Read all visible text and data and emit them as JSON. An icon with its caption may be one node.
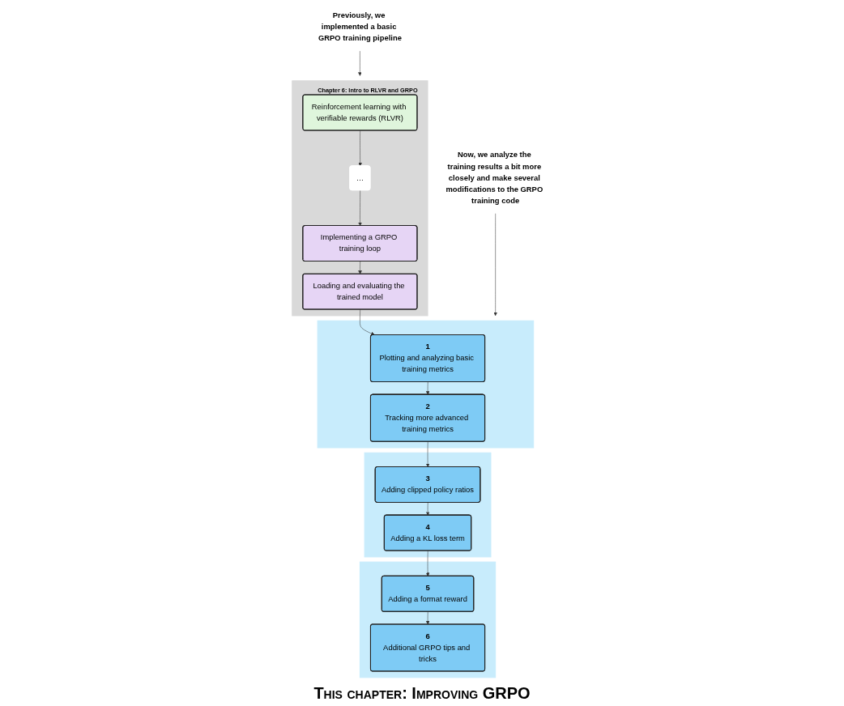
{
  "diagram": {
    "nodes": [
      {
        "text": [
          "Chapter 6: Intro to RLVR and GRPO"
        ]
      },
      {
        "text": [
          "Reinforcement learning with verifiable rewards (RLVR)"
        ],
        "in": 0
      },
      {
        "text": [
          "…"
        ],
        "in": 0
      },
      {
        "text": [
          "Implementing a GRPO training loop"
        ],
        "in": 0
      },
      {
        "text": [
          "Loading and evaluating the trained model"
        ],
        "in": 0
      },
      {
        "text": [],
        "shape": "box"
      },
      {
        "text": [
          "1",
          "Plotting and analyzing basic training metrics"
        ],
        "in": 5
      },
      {
        "text": [
          "2",
          "Tracking more advanced training metrics"
        ],
        "in": 5
      },
      {
        "text": [],
        "shape": "box"
      },
      {
        "text": [
          "3",
          "Adding clipped policy ratios"
        ],
        "in": 8
      },
      {
        "text": [
          "4",
          "Adding a KL loss term"
        ],
        "in": 8
      },
      {
        "text": [],
        "shape": "box"
      },
      {
        "text": [
          "5",
          "Adding a format reward"
        ],
        "in": 11
      },
      {
        "text": [
          "6",
          "Additional GRPO tips and tricks"
        ],
        "in": 11
      },
      {
        "text": [
          "Previously, we implemented a basic GRPO training pipeline"
        ]
      },
      {
        "text": [
          "Now, we analyze the training results a bit more closely and make several modifications to the GRPO training code"
        ]
      }
    ],
    "edges": [
      {
        "from": 1,
        "to": 2,
        "arrow": "to"
      },
      {
        "from": 2,
        "to": 3,
        "arrow": "to"
      },
      {
        "from": 3,
        "to": 4,
        "arrow": "to"
      },
      {
        "from": 4,
        "to": 6,
        "arrow": "to"
      },
      {
        "from": 6,
        "to": 7,
        "arrow": "to"
      },
      {
        "from": 7,
        "to": 9,
        "arrow": "to"
      },
      {
        "from": 9,
        "to": 10,
        "arrow": "to"
      },
      {
        "from": 10,
        "to": 12,
        "arrow": "to"
      },
      {
        "from": 12,
        "to": 13,
        "arrow": "to"
      },
      {
        "from": 14,
        "to": 0,
        "arrow": "to"
      },
      {
        "from": 15,
        "to": 5,
        "arrow": "to"
      }
    ],
    "labels": [
      "This chapter: Improving GRPO"
    ]
  }
}
